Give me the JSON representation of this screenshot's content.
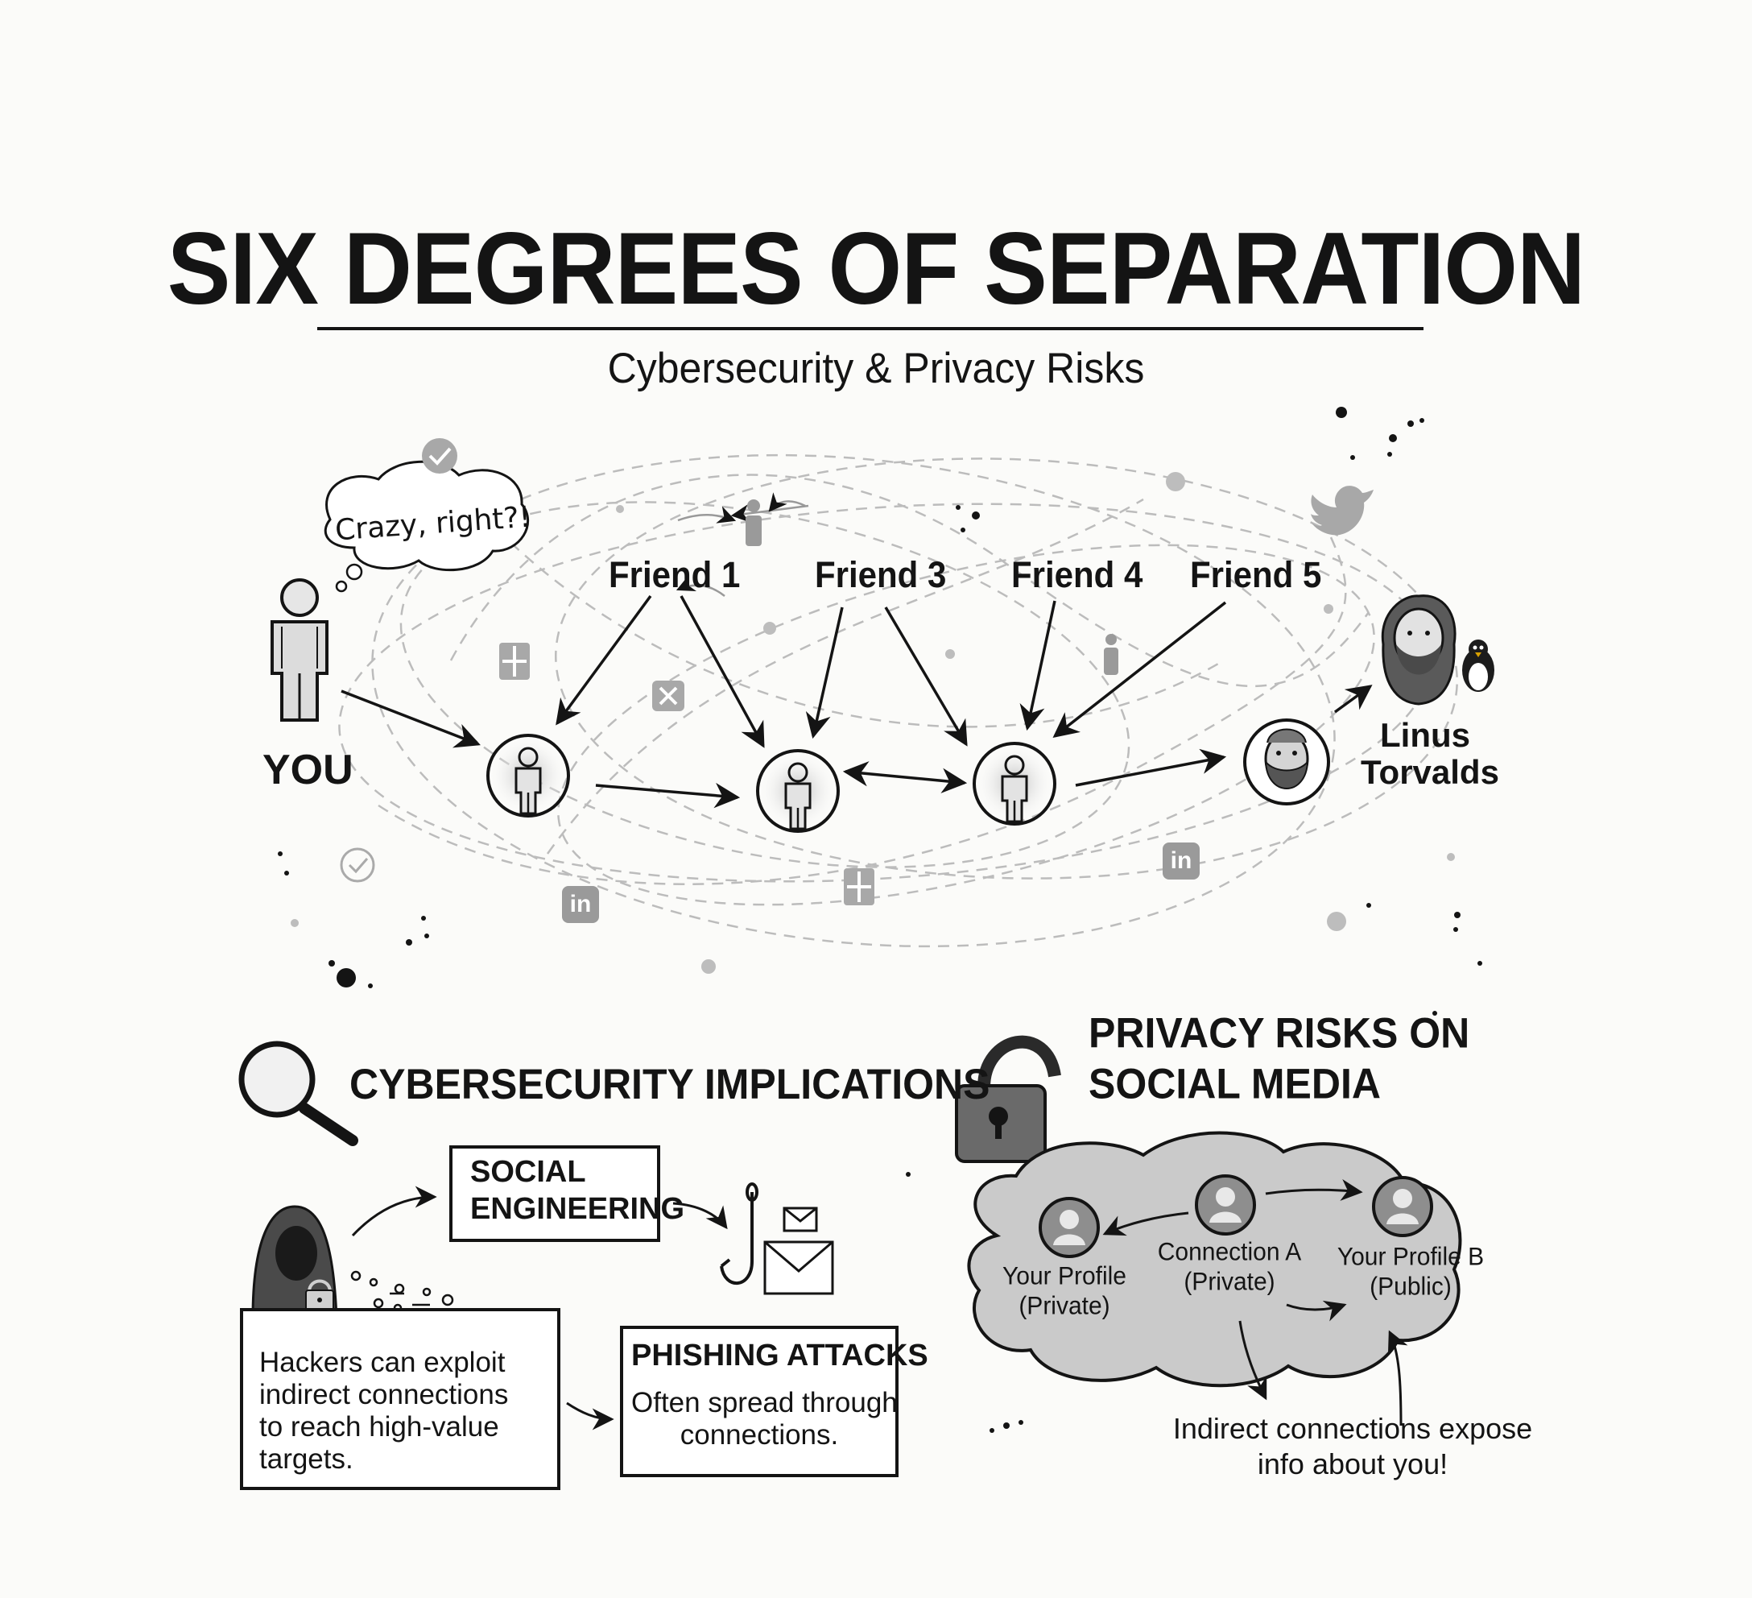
{
  "header": {
    "title": "SIX DEGREES OF SEPARATION",
    "subtitle": "Cybersecurity & Privacy Risks"
  },
  "network": {
    "thought_bubble": "Crazy, right?!",
    "you_label": "YOU",
    "friends": [
      "Friend 1",
      "Friend 3",
      "Friend 4",
      "Friend 5"
    ],
    "target_name_line1": "Linus",
    "target_name_line2": "Torvalds"
  },
  "cybersecurity": {
    "heading": "CYBERSECURITY IMPLICATIONS",
    "social_engineering_line1": "SOCIAL",
    "social_engineering_line2": "ENGINEERING",
    "hackers_text": [
      "Hackers can exploit",
      "indirect connections",
      "to reach high-value",
      "targets."
    ],
    "phishing_title": "PHISHING ATTACKS",
    "phishing_text": [
      "Often spread through",
      "connections."
    ]
  },
  "privacy": {
    "heading_line1": "PRIVACY RISKS ON",
    "heading_line2": "SOCIAL MEDIA",
    "profile_private": [
      "Your Profile",
      "(Private)"
    ],
    "connection_a": [
      "Connection A",
      "(Private)"
    ],
    "profile_public": [
      "Your Profile B",
      "(Public)"
    ],
    "note": [
      "Indirect connections expose",
      "info about you!"
    ]
  },
  "icons": [
    "person-icon",
    "linkedin-icon",
    "twitter-icon",
    "verified-check-icon",
    "close-icon",
    "magnifier-icon",
    "padlock-icon",
    "hacker-icon",
    "fishhook-icon",
    "envelope-icon",
    "penguin-icon"
  ],
  "colors": {
    "ink": "#141414",
    "paper": "#fbfbf9",
    "cloud": "#c9c9c9",
    "accent_gray": "#9a9a9a"
  }
}
